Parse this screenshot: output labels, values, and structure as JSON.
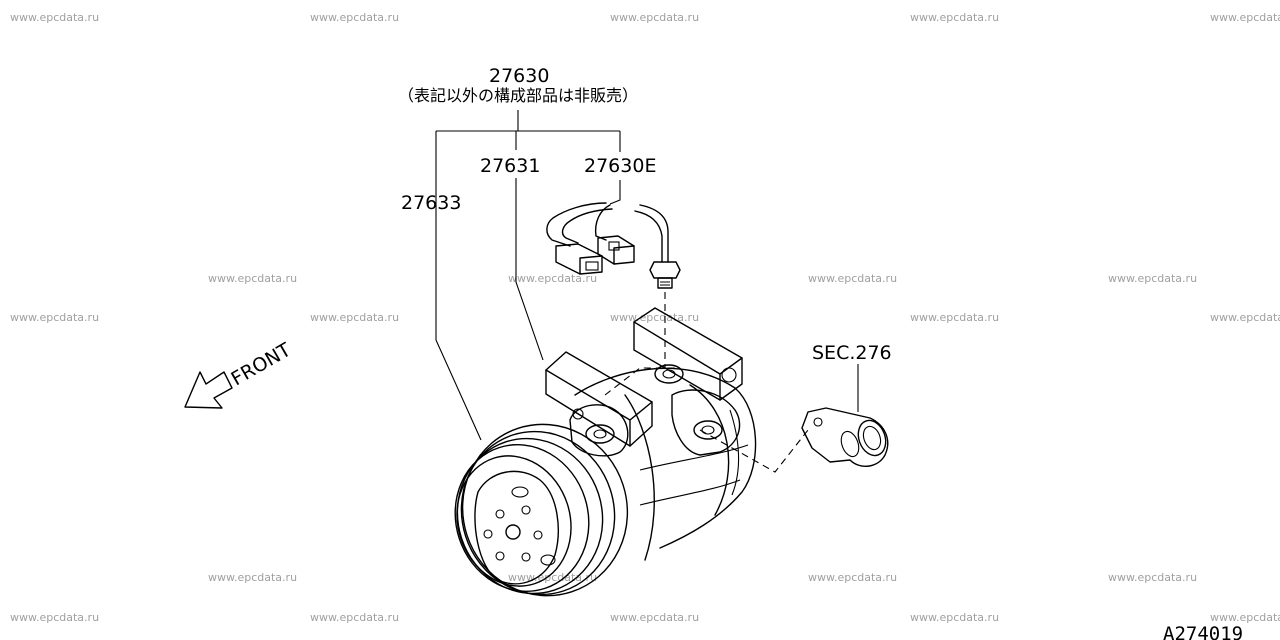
{
  "watermark": {
    "text": "www.epcdata.ru"
  },
  "callouts": {
    "assembly_number": "27630",
    "assembly_note": "（表記以外の構成部品は非販売）",
    "clutch_number": "27633",
    "bracket_number": "27631",
    "switch_number": "27630E",
    "section_reference": "SEC.276"
  },
  "front_marker": {
    "label": "FRONT"
  },
  "figure_code": "A274019"
}
